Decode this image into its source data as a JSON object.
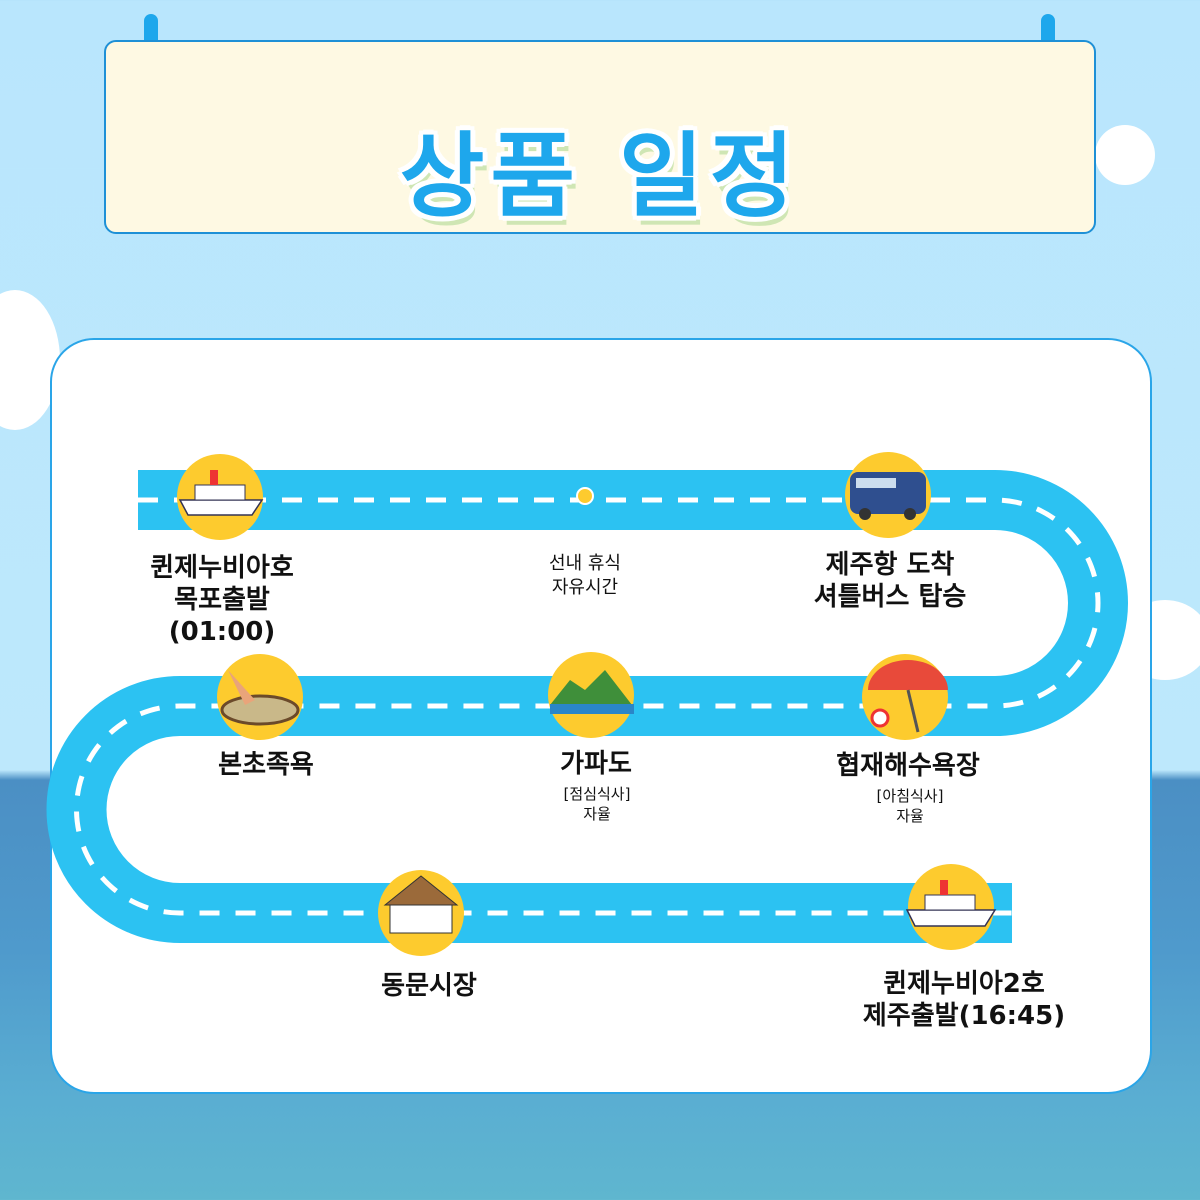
{
  "title": "상품 일정",
  "colors": {
    "road": "#2cc2f2",
    "icon_circle": "#fdcb2e",
    "title": "#1ea7ec",
    "border": "#2aa5e8"
  },
  "stops": [
    {
      "icon": "cruise-ship-icon",
      "lines": [
        "퀸제누비아호",
        "목포출발",
        "(01:00)"
      ]
    },
    {
      "icon": "dot-marker-icon",
      "lines": [
        "선내 휴식",
        "자유시간"
      ]
    },
    {
      "icon": "bus-icon",
      "lines": [
        "제주항 도착",
        "셔틀버스 탑승"
      ]
    },
    {
      "icon": "beach-umbrella-icon",
      "lines": [
        "협재해수욕장"
      ],
      "note": [
        "[아침식사]",
        "자율"
      ]
    },
    {
      "icon": "island-icon",
      "lines": [
        "가파도"
      ],
      "note": [
        "[점심식사]",
        "자율"
      ]
    },
    {
      "icon": "foot-bath-icon",
      "lines": [
        "본초족욕"
      ]
    },
    {
      "icon": "market-stall-icon",
      "lines": [
        "동문시장"
      ]
    },
    {
      "icon": "cruise-ship-icon",
      "lines": [
        "퀸제누비아2호",
        "제주출발(16:45)"
      ]
    }
  ]
}
